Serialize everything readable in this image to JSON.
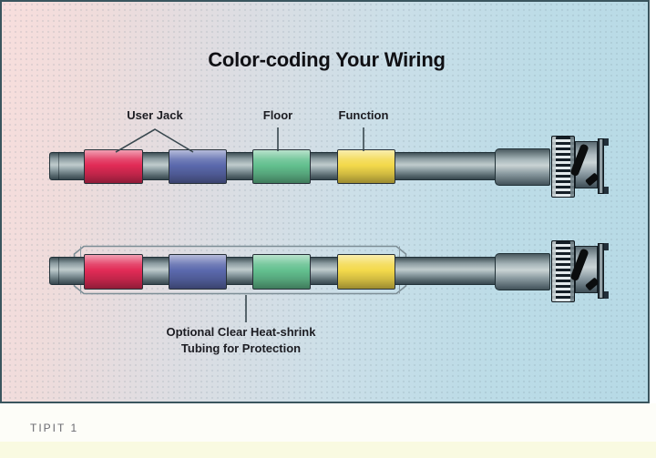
{
  "title": "Color-coding Your Wiring",
  "caption": "TIPIT 1",
  "labels": {
    "user_jack": "User Jack",
    "floor": "Floor",
    "function": "Function",
    "tubing_line1": "Optional Clear Heat-shrink",
    "tubing_line2": "Tubing for Protection"
  },
  "colors": {
    "band_red": "#e12b56",
    "band_blue": "#5b69ad",
    "band_green": "#63c08f",
    "band_yellow": "#f3d94b",
    "bg_left_pink": "#f8dedd",
    "bg_right_blue": "#b6dae6",
    "panel_border": "#3a555e",
    "footer_strip_yellow": "#f9fae1"
  }
}
